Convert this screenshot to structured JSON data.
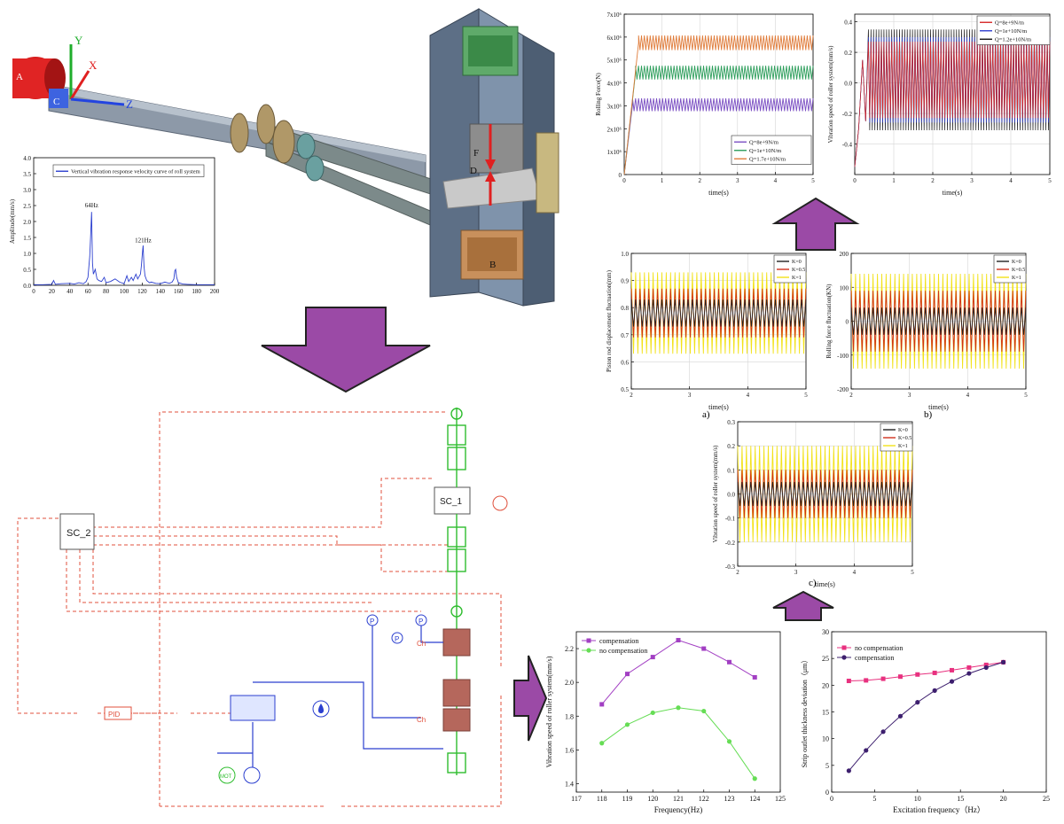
{
  "colors": {
    "arrow": "#9b4aa6",
    "arrow_stroke": "#222222",
    "axis": "#000000",
    "grid": "#c8c8c8",
    "hyd_blue": "#2b3fcf",
    "hyd_green": "#2fbd2f",
    "hyd_red": "#e0503c",
    "hyd_brown": "#b5675c",
    "model_steel": "#7d8fa6",
    "model_red": "#e02020"
  },
  "icons": {
    "flow_arrow": "big-down-arrow",
    "flow_arrow_up": "up-arrow",
    "flow_arrow_right": "right-arrow"
  },
  "model3d": {
    "axis_labels": [
      "Y",
      "X",
      "Z"
    ],
    "point_labels": [
      "A",
      "C",
      "F",
      "D",
      "B"
    ]
  },
  "schematic": {
    "blocks": [
      "SC_2",
      "SC_1",
      "PID",
      "MOT"
    ],
    "pressure_label": "P",
    "chamber_label": "Ch"
  },
  "panel_labels": {
    "a": "a)",
    "b": "b)",
    "c": "c)"
  },
  "chart_data": [
    {
      "id": "spectrum",
      "type": "line",
      "legend": [
        "Vertical vibration response velocity curve of roll system"
      ],
      "ylabel": "Amplitude(mm/s)",
      "xlabel": "",
      "xlim": [
        0,
        200
      ],
      "ylim": [
        0,
        4.0
      ],
      "xticks": [
        0,
        20,
        40,
        60,
        80,
        100,
        120,
        140,
        160,
        180,
        200
      ],
      "yticks": [
        0.0,
        0.5,
        1.0,
        1.5,
        2.0,
        2.5,
        3.0,
        3.5,
        4.0
      ],
      "annotations": [
        {
          "text": "64Hz",
          "x": 64,
          "y": 2.45
        },
        {
          "text": "121Hz",
          "x": 121,
          "y": 1.35
        }
      ],
      "series": [
        {
          "name": "Vertical vibration response velocity curve of roll system",
          "x": [
            0,
            10,
            20,
            22,
            24,
            30,
            40,
            45,
            50,
            55,
            58,
            60,
            62,
            63,
            64,
            65,
            66,
            68,
            70,
            72,
            75,
            78,
            80,
            85,
            90,
            95,
            100,
            103,
            105,
            108,
            110,
            113,
            115,
            118,
            119,
            120,
            121,
            122,
            123,
            125,
            128,
            130,
            135,
            140,
            145,
            150,
            153,
            155,
            156,
            157,
            158,
            160,
            165,
            170,
            180,
            190,
            200
          ],
          "y": [
            0.02,
            0.02,
            0.03,
            0.15,
            0.03,
            0.05,
            0.06,
            0.04,
            0.08,
            0.05,
            0.12,
            0.25,
            0.9,
            1.6,
            2.3,
            0.7,
            0.35,
            0.5,
            0.2,
            0.15,
            0.12,
            0.25,
            0.08,
            0.12,
            0.2,
            0.1,
            0.05,
            0.3,
            0.12,
            0.25,
            0.15,
            0.35,
            0.2,
            0.35,
            0.6,
            0.95,
            1.25,
            0.6,
            0.3,
            0.15,
            0.08,
            0.1,
            0.06,
            0.05,
            0.1,
            0.06,
            0.1,
            0.2,
            0.45,
            0.5,
            0.25,
            0.08,
            0.04,
            0.03,
            0.02,
            0.02,
            0.02
          ]
        }
      ]
    },
    {
      "id": "rolling_force",
      "type": "line",
      "ylabel": "Rolling Force(N)",
      "xlabel": "time(s)",
      "xlim": [
        0,
        5.0
      ],
      "ylim": [
        0,
        7000000
      ],
      "xticks": [
        0.0,
        1.0,
        2.0,
        3.0,
        4.0,
        5.0
      ],
      "ytick_labels": [
        "0",
        "1x10⁶",
        "2x10⁶",
        "3x10⁶",
        "4x10⁶",
        "5x10⁶",
        "6x10⁶",
        "7x10⁶"
      ],
      "legend_position": "lower-right",
      "series": [
        {
          "name": "Q=8e+9N/m",
          "color": "#7b4fc3",
          "ramp_end": 0.22,
          "mean": 3050000,
          "amp": 280000
        },
        {
          "name": "Q=1e+10N/m",
          "color": "#2e9e5c",
          "ramp_end": 0.3,
          "mean": 4450000,
          "amp": 300000
        },
        {
          "name": "Q=1.7e+10N/m",
          "color": "#e07d3c",
          "ramp_end": 0.38,
          "mean": 5750000,
          "amp": 320000
        }
      ],
      "cycles": 60
    },
    {
      "id": "vibration_speed_q",
      "type": "line",
      "ylabel": "Vibration speed of roller system(mm/s)",
      "xlabel": "time(s)",
      "xlim": [
        0,
        5.0
      ],
      "ylim": [
        -0.6,
        0.45
      ],
      "xticks": [
        0.0,
        1.0,
        2.0,
        3.0,
        4.0,
        5.0
      ],
      "yticks": [
        0.4,
        0.2,
        0.0,
        -0.2,
        -0.4
      ],
      "legend_position": "top-right",
      "series": [
        {
          "name": "Q=8e+9N/m",
          "color": "#d62728",
          "amp": 0.25
        },
        {
          "name": "Q=1e+10N/m",
          "color": "#2f3fcf",
          "amp": 0.28
        },
        {
          "name": "Q=1.2e+10N/m",
          "color": "#111111",
          "amp": 0.33
        }
      ],
      "cycles": 70
    },
    {
      "id": "piston_displacement",
      "type": "line",
      "caption": "a)",
      "ylabel": "Piston rod displacement fluctuation(mm)",
      "xlabel": "time(s)",
      "xlim": [
        2.0,
        5.0
      ],
      "ylim": [
        0.5,
        1.0
      ],
      "xticks": [
        2.0,
        3.0,
        4.0,
        5.0
      ],
      "yticks": [
        0.5,
        0.6,
        0.7,
        0.8,
        0.9,
        1.0
      ],
      "legend_position": "top-right",
      "series": [
        {
          "name": "K=0",
          "color": "#222222",
          "center": 0.78,
          "amp": 0.05
        },
        {
          "name": "K=0.5",
          "color": "#d0301c",
          "center": 0.78,
          "amp": 0.09
        },
        {
          "name": "K=1",
          "color": "#f2e21a",
          "center": 0.78,
          "amp": 0.15
        }
      ],
      "cycles": 40
    },
    {
      "id": "rolling_force_fluct",
      "type": "line",
      "caption": "b)",
      "ylabel": "Rolling force fluctuation(KN)",
      "xlabel": "time(s)",
      "xlim": [
        2.0,
        5.0
      ],
      "ylim": [
        -200,
        200
      ],
      "xticks": [
        2.0,
        3.0,
        4.0,
        5.0
      ],
      "yticks": [
        200,
        100,
        0,
        -100,
        -200
      ],
      "legend_position": "top-right",
      "series": [
        {
          "name": "K=0",
          "color": "#222222",
          "center": 0,
          "amp": 40
        },
        {
          "name": "K=0.5",
          "color": "#d0301c",
          "center": 0,
          "amp": 90
        },
        {
          "name": "K=1",
          "color": "#f2e21a",
          "center": 0,
          "amp": 140
        }
      ],
      "cycles": 40
    },
    {
      "id": "vibration_speed_k",
      "type": "line",
      "caption": "c)",
      "ylabel": "Vibration speed of roller system(mm/s)",
      "xlabel": "time(s)",
      "xlim": [
        2.0,
        5.0
      ],
      "ylim": [
        -0.3,
        0.3
      ],
      "xticks": [
        2.0,
        3.0,
        4.0,
        5.0
      ],
      "yticks": [
        0.3,
        0.2,
        0.1,
        0.0,
        -0.1,
        -0.2,
        -0.3
      ],
      "legend_position": "top-right",
      "series": [
        {
          "name": "K=0",
          "color": "#222222",
          "center": 0,
          "amp": 0.05
        },
        {
          "name": "K=0.5",
          "color": "#d0301c",
          "center": 0,
          "amp": 0.1
        },
        {
          "name": "K=1",
          "color": "#f2e21a",
          "center": 0,
          "amp": 0.2
        }
      ],
      "cycles": 40
    },
    {
      "id": "freq_compensation",
      "type": "line",
      "ylabel": "Vibration speed of roller system(mm/s)",
      "xlabel": "Frequency(Hz)",
      "xlim": [
        117,
        125
      ],
      "ylim": [
        1.35,
        2.3
      ],
      "xticks": [
        117,
        118,
        119,
        120,
        121,
        122,
        123,
        124,
        125
      ],
      "yticks": [
        1.4,
        1.6,
        1.8,
        2.0,
        2.2
      ],
      "legend_position": "top-left",
      "series": [
        {
          "name": "compensation",
          "color": "#a23fc3",
          "marker": "square",
          "x": [
            118,
            119,
            120,
            121,
            122,
            123,
            124
          ],
          "y": [
            1.87,
            2.05,
            2.15,
            2.25,
            2.2,
            2.12,
            2.03
          ]
        },
        {
          "name": "no compensation",
          "color": "#66dd55",
          "marker": "circle",
          "x": [
            118,
            119,
            120,
            121,
            122,
            123,
            124
          ],
          "y": [
            1.64,
            1.75,
            1.82,
            1.85,
            1.83,
            1.65,
            1.43
          ]
        }
      ]
    },
    {
      "id": "thickness_deviation",
      "type": "line",
      "ylabel": "Strip outlet thickness deviation（μm）",
      "xlabel": "Excitation frequency（Hz）",
      "xlim": [
        0,
        25
      ],
      "ylim": [
        0,
        30
      ],
      "xticks": [
        0,
        5,
        10,
        15,
        20,
        25
      ],
      "yticks": [
        0,
        5,
        10,
        15,
        20,
        25,
        30
      ],
      "legend_position": "top-left",
      "series": [
        {
          "name": "no compensation",
          "color": "#e8317f",
          "marker": "square",
          "x": [
            2,
            4,
            6,
            8,
            10,
            12,
            14,
            16,
            18,
            20
          ],
          "y": [
            20.8,
            20.9,
            21.2,
            21.6,
            22.0,
            22.3,
            22.8,
            23.3,
            23.8,
            24.3
          ]
        },
        {
          "name": "compensation",
          "color": "#3d1f6e",
          "marker": "circle",
          "x": [
            2,
            4,
            6,
            8,
            10,
            12,
            14,
            16,
            18,
            20
          ],
          "y": [
            4.0,
            7.8,
            11.3,
            14.2,
            16.8,
            19.0,
            20.7,
            22.2,
            23.3,
            24.3
          ]
        }
      ]
    }
  ]
}
